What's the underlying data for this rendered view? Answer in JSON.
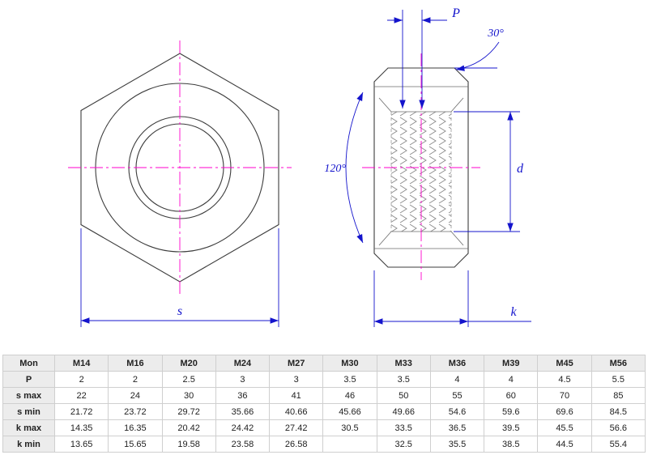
{
  "drawing": {
    "labels": {
      "pitch": "P",
      "chamfer_angle": "30°",
      "countersink_angle": "120°",
      "diameter": "d",
      "width_across_flats": "s",
      "nut_height": "k"
    },
    "colors": {
      "dimension": "#1414cc",
      "centerline": "#ff00cc",
      "outline": "#3c3c3c"
    }
  },
  "table": {
    "columns": [
      "Mon",
      "M14",
      "M16",
      "M20",
      "M24",
      "M27",
      "M30",
      "M33",
      "M36",
      "M39",
      "M45",
      "M56"
    ],
    "rows": [
      {
        "label": "P",
        "values": [
          "2",
          "2",
          "2.5",
          "3",
          "3",
          "3.5",
          "3.5",
          "4",
          "4",
          "4.5",
          "5.5"
        ]
      },
      {
        "label": "s max",
        "values": [
          "22",
          "24",
          "30",
          "36",
          "41",
          "46",
          "50",
          "55",
          "60",
          "70",
          "85"
        ]
      },
      {
        "label": "s min",
        "values": [
          "21.72",
          "23.72",
          "29.72",
          "35.66",
          "40.66",
          "45.66",
          "49.66",
          "54.6",
          "59.6",
          "69.6",
          "84.5"
        ]
      },
      {
        "label": "k max",
        "values": [
          "14.35",
          "16.35",
          "20.42",
          "24.42",
          "27.42",
          "30.5",
          "33.5",
          "36.5",
          "39.5",
          "45.5",
          "56.6"
        ]
      },
      {
        "label": "k min",
        "values": [
          "13.65",
          "15.65",
          "19.58",
          "23.58",
          "26.58",
          "",
          "32.5",
          "35.5",
          "38.5",
          "44.5",
          "55.4"
        ]
      }
    ]
  }
}
